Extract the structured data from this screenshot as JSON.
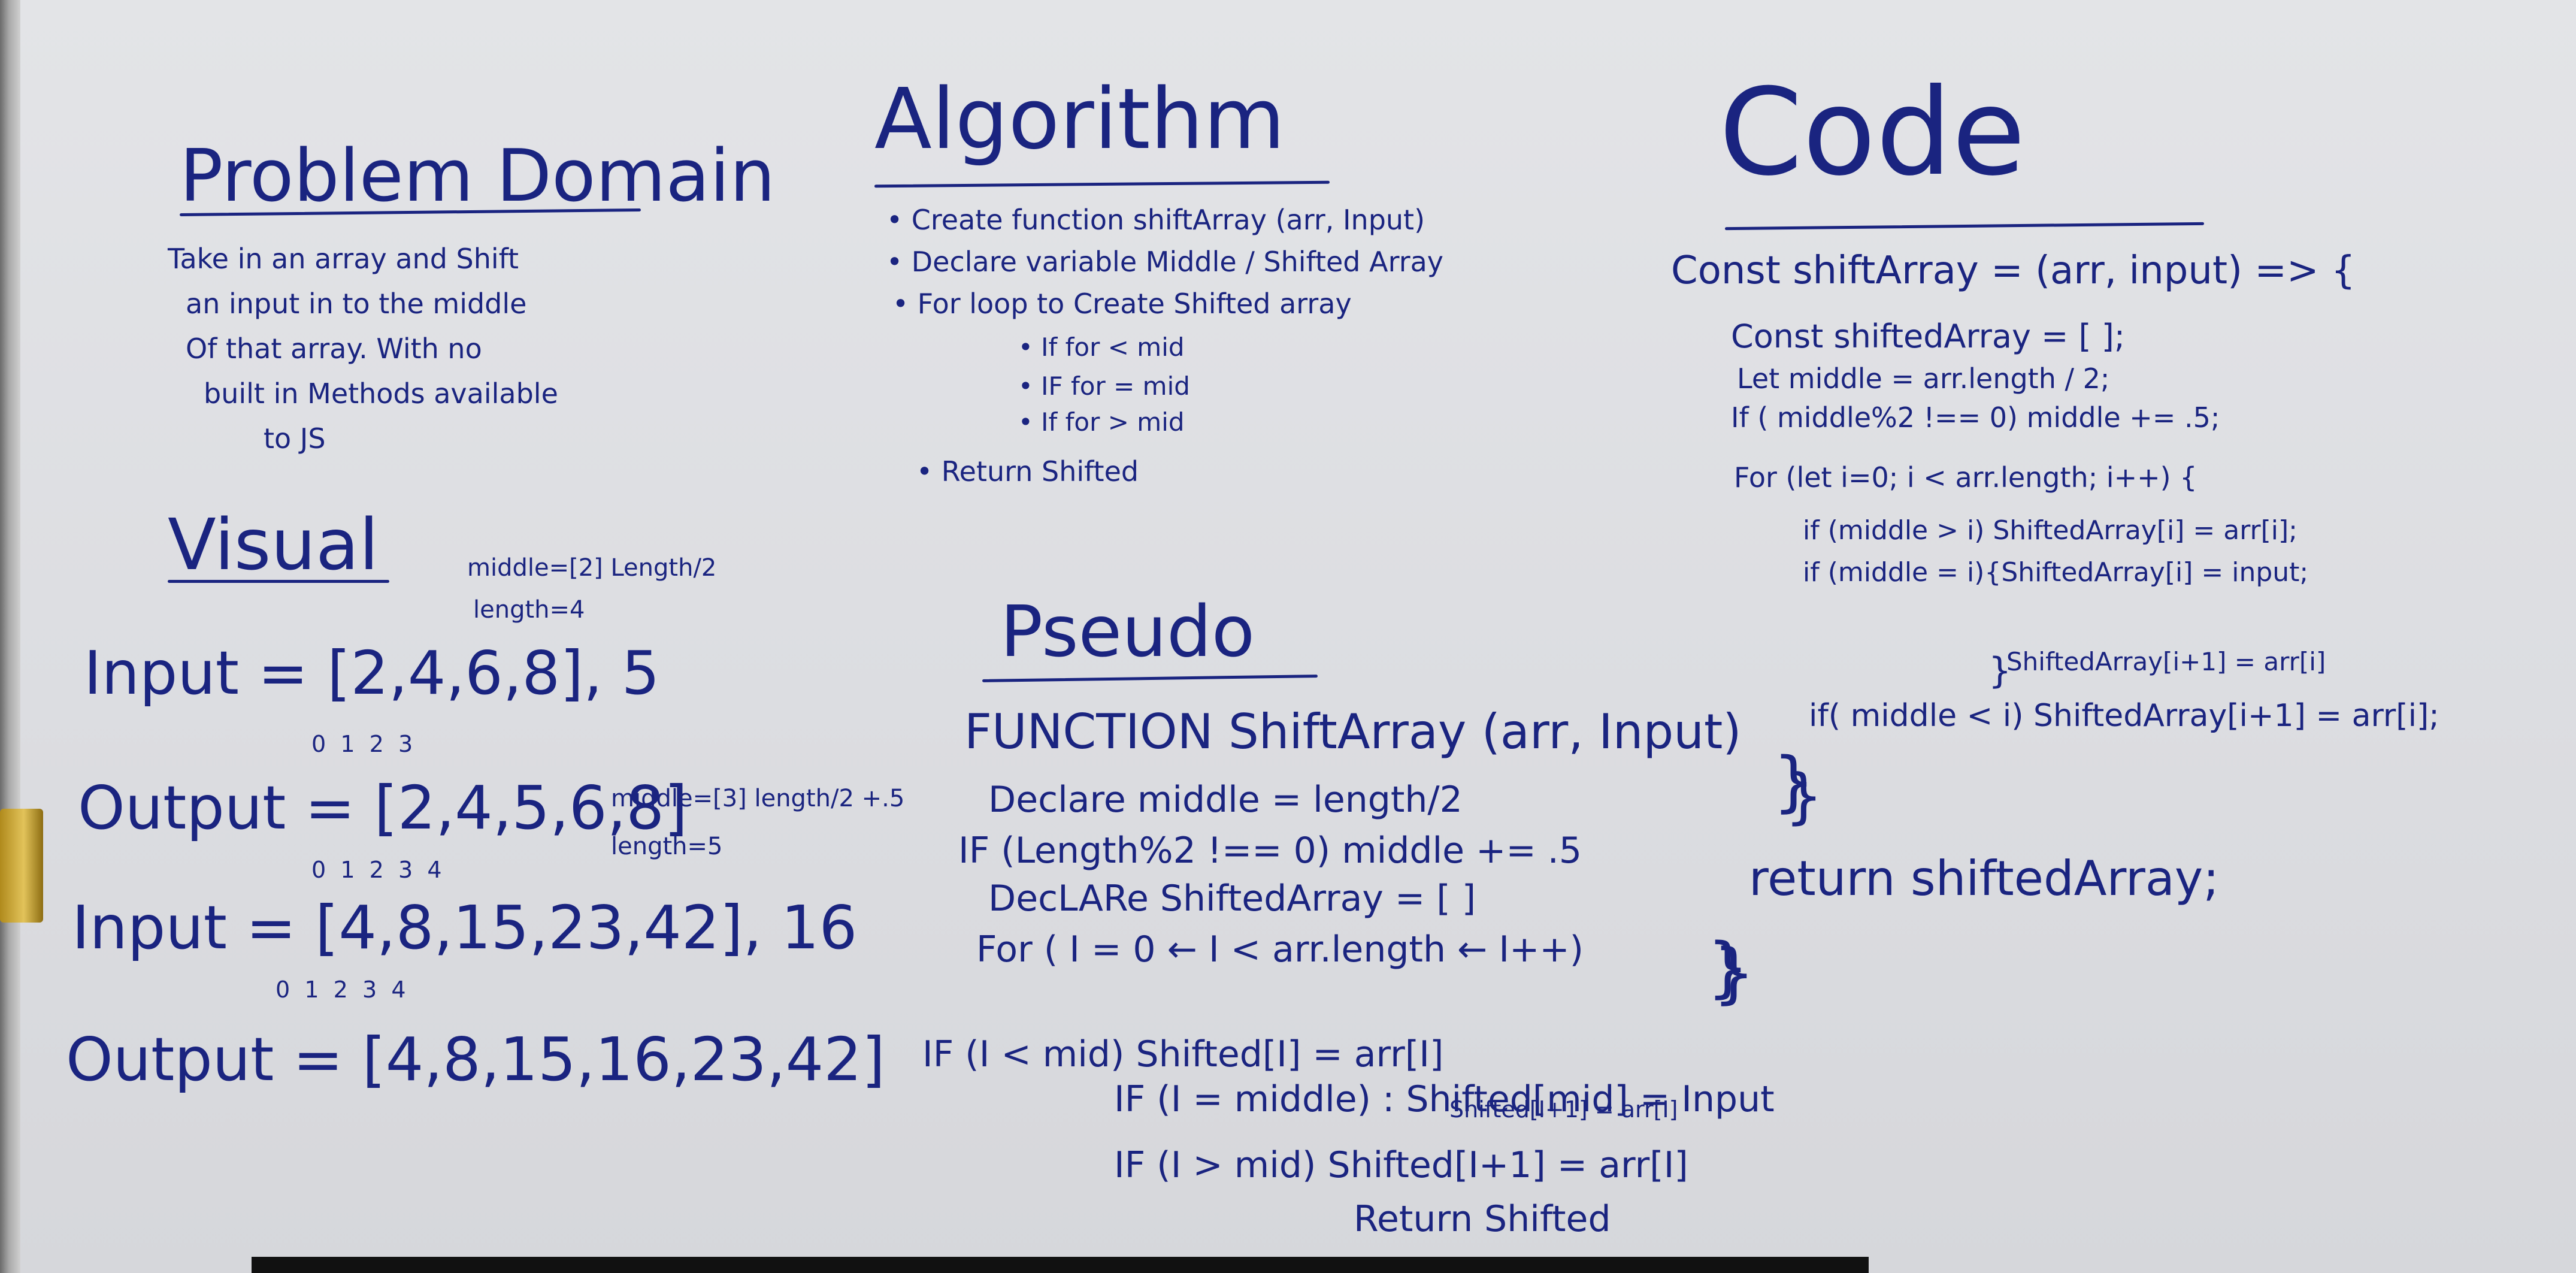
{
  "problem_domain": {
    "title": "Problem Domain",
    "lines": [
      "Take in an array and Shift",
      "an input in to the middle",
      "Of that array. With no",
      "built in Methods available",
      "to JS"
    ]
  },
  "visual": {
    "title": "Visual",
    "note1_line1": "middle=[2] Length/2",
    "note1_line2": "length=4",
    "input1": "Input = [2,4,6,8], 5",
    "input1_indices": "0  1  2  3",
    "output1": "Output = [2,4,5,6,8]",
    "output1_indices": "0  1  2  3  4",
    "note2_line1": "middle=[3] length/2 +.5",
    "note2_line2": "length=5",
    "input2": "Input = [4,8,15,23,42], 16",
    "input2_indices": "0  1  2  3  4",
    "output2": "Output = [4,8,15,16,23,42]"
  },
  "algorithm": {
    "title": "Algorithm",
    "items": [
      "• Create function shiftArray (arr, Input)",
      "• Declare variable Middle / Shifted Array",
      "• For loop to Create Shifted array"
    ],
    "sub_items": [
      "• If for < mid",
      "• IF for = mid",
      "• If for > mid"
    ],
    "last_item": "• Return Shifted"
  },
  "pseudo": {
    "title": "Pseudo",
    "lines": [
      "FUNCTION ShiftArray (arr, Input)",
      "Declare middle = length/2",
      "IF (Length%2 !== 0) middle += .5",
      "DecLARe ShiftedArray = [ ]",
      "For ( I = 0 ← I < arr.length ← I++)",
      "IF (I < mid) Shifted[I] = arr[I]",
      "IF (I = middle) : Shifted[mid] = Input",
      "Shifted[I+1] = arr[I]",
      "IF (I > mid) Shifted[I+1] = arr[I]",
      "Return Shifted",
      "}",
      "}"
    ]
  },
  "code": {
    "title": "Code",
    "lines": [
      "Const shiftArray = (arr, input) => {",
      "Const shiftedArray = [ ];",
      "Let middle = arr.length / 2;",
      "If ( middle%2 !== 0) middle += .5;",
      "For (let i=0; i < arr.length; i++) {",
      "if (middle > i) ShiftedArray[i] = arr[i];",
      "if (middle = i){ShiftedArray[i] = input;",
      "ShiftedArray[i+1] = arr[i]",
      "}",
      "if( middle < i) ShiftedArray[i+1] = arr[i];",
      "}",
      "return shiftedArray;",
      "}"
    ]
  }
}
